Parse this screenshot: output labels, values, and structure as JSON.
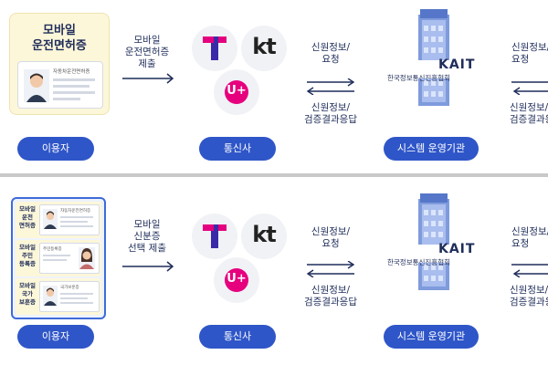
{
  "top": {
    "license_title_line1": "모바일",
    "license_title_line2": "운전면허증",
    "license_card_label": "자동차운전면허증",
    "submit_text_line1": "모바일",
    "submit_text_line2": "운전면허증",
    "submit_text_line3": "제출",
    "request_text_line1": "신원정보/",
    "request_text_line2": "요청",
    "response_text_line1": "신원정보/",
    "response_text_line2": "검증결과응답",
    "request_text_right_line1": "신원정보/",
    "request_text_right_line2": "요청",
    "response_text_right_line1": "신원정보/",
    "response_text_right_line2": "검증결과응답",
    "kait_label": "KAIT",
    "org_name": "한국정보통신진흥협회",
    "pill_user": "이용자",
    "pill_telecom": "통신사",
    "pill_system": "시스템 운영기관"
  },
  "bottom": {
    "card1_line1": "모바일",
    "card1_line2": "운전",
    "card1_line3": "면허증",
    "card1_label": "자동차운전면허증",
    "card2_line1": "모바일",
    "card2_line2": "주민",
    "card2_line3": "등록증",
    "card2_label": "주민등록증",
    "card3_line1": "모바일",
    "card3_line2": "국가",
    "card3_line3": "보훈증",
    "card3_label": "국가보훈증",
    "submit_text_line1": "모바일",
    "submit_text_line2": "신분증",
    "submit_text_line3": "선택 제출",
    "request_text_line1": "신원정보/",
    "request_text_line2": "요청",
    "response_text_line1": "신원정보/",
    "response_text_line2": "검증결과응답",
    "request_text_right_line1": "신원정보/",
    "request_text_right_line2": "요청",
    "response_text_right_line1": "신원정보/",
    "response_text_right_line2": "검증결과응답",
    "kait_label": "KAIT",
    "org_name": "한국정보통신진흥협회",
    "pill_user": "이용자",
    "pill_telecom": "통신사",
    "pill_system": "시스템 운영기관"
  },
  "logos": {
    "t_logo_color": "#e4007f",
    "kt_label": "kt",
    "uplus_label": "U+"
  },
  "colors": {
    "navy": "#1f2d5a",
    "pill_blue": "#2f56c8",
    "card_border_blue": "#3f6bd8",
    "license_bg": "#fdf7d9"
  }
}
